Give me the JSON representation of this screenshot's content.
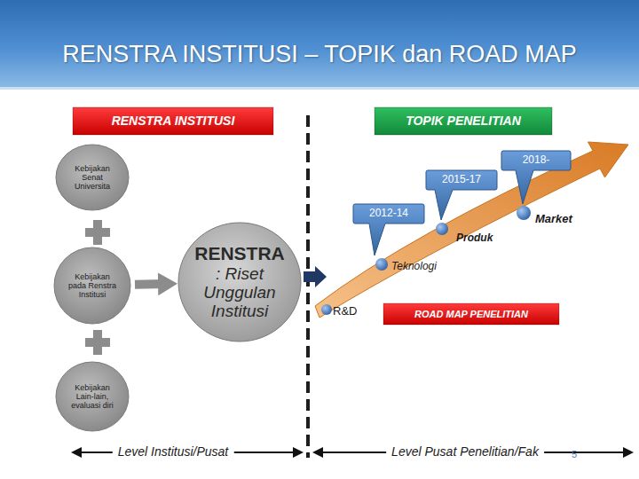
{
  "diagram": {
    "title": "RENSTRA INSTITUSI – TOPIK dan ROAD MAP",
    "nodes": [
      {
        "text": [
          "RENSTRA INSTITUSI"
        ]
      },
      {
        "text": [
          "TOPIK PENELITIAN"
        ]
      },
      {
        "text": [
          "Kebijakan Senat Universita"
        ]
      },
      {
        "text": [
          "Kebijakan pada Renstra Institusi"
        ]
      },
      {
        "text": [
          "Kebijakan Lain-lain, evaluasi diri"
        ]
      },
      {
        "text": [
          "RENSTRA",
          ": Riset Unggulan Institusi"
        ]
      },
      {
        "text": [
          "2012-14"
        ]
      },
      {
        "text": [
          "2015-17"
        ]
      },
      {
        "text": [
          "2018-"
        ]
      },
      {
        "text": [
          "ROAD MAP PENELITIAN"
        ]
      }
    ],
    "edges": [
      {
        "from": 3,
        "to": 5,
        "arrow": "to"
      }
    ],
    "labels": [
      "R&D",
      "Teknologi",
      "Produk",
      "Market",
      "Level Institusi/Pusat",
      "Level Pusat Penelitian/Fak",
      "5"
    ]
  }
}
